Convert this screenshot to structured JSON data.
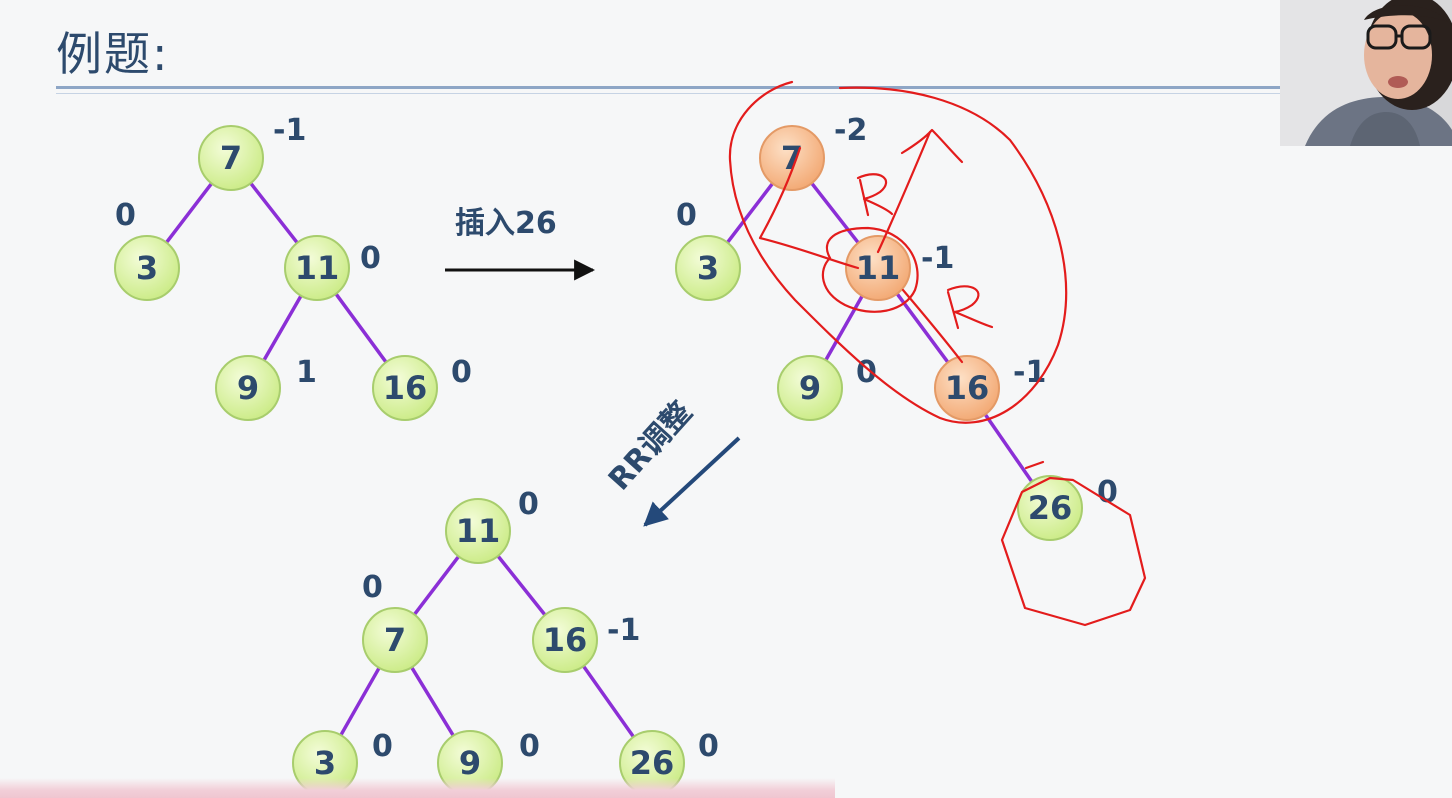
{
  "slide": {
    "title": "例题:"
  },
  "diagram": {
    "insert_caption": "插入26",
    "rotate_caption": "RR调整",
    "colors": {
      "node_green_fill": "#dcf3a8",
      "node_green_stroke": "#a8cd6d",
      "node_orange_fill": "#f8c69e",
      "node_orange_stroke": "#e49a66",
      "edge": "#8b2fd6",
      "text": "#2d4a6d",
      "annotation": "#e31c1c",
      "arrow_black": "#111111",
      "arrow_blue": "#24497a"
    },
    "trees": [
      {
        "name": "original-tree",
        "nodes": [
          {
            "id": "a7",
            "label": "7",
            "bf": "-1",
            "highlight": false
          },
          {
            "id": "a3",
            "label": "3",
            "bf": "0",
            "highlight": false
          },
          {
            "id": "a11",
            "label": "11",
            "bf": "0",
            "highlight": false
          },
          {
            "id": "a9",
            "label": "9",
            "bf": "1",
            "highlight": false
          },
          {
            "id": "a16",
            "label": "16",
            "bf": "0",
            "highlight": false
          }
        ],
        "edges": [
          [
            "a7",
            "a3"
          ],
          [
            "a7",
            "a11"
          ],
          [
            "a11",
            "a9"
          ],
          [
            "a11",
            "a16"
          ]
        ]
      },
      {
        "name": "after-insert-tree",
        "nodes": [
          {
            "id": "b7",
            "label": "7",
            "bf": "-2",
            "highlight": true
          },
          {
            "id": "b3",
            "label": "3",
            "bf": "0",
            "highlight": false
          },
          {
            "id": "b11",
            "label": "11",
            "bf": "-1",
            "highlight": true
          },
          {
            "id": "b9",
            "label": "9",
            "bf": "0",
            "highlight": false
          },
          {
            "id": "b16",
            "label": "16",
            "bf": "-1",
            "highlight": true
          },
          {
            "id": "b26",
            "label": "26",
            "bf": "0",
            "highlight": false
          }
        ],
        "edges": [
          [
            "b7",
            "b3"
          ],
          [
            "b7",
            "b11"
          ],
          [
            "b11",
            "b9"
          ],
          [
            "b11",
            "b16"
          ],
          [
            "b16",
            "b26"
          ]
        ]
      },
      {
        "name": "rotated-tree",
        "nodes": [
          {
            "id": "c11",
            "label": "11",
            "bf": "0",
            "highlight": false
          },
          {
            "id": "c7",
            "label": "7",
            "bf": "0",
            "highlight": false
          },
          {
            "id": "c16",
            "label": "16",
            "bf": "-1",
            "highlight": false
          },
          {
            "id": "c3",
            "label": "3",
            "bf": "0",
            "highlight": false
          },
          {
            "id": "c9",
            "label": "9",
            "bf": "0",
            "highlight": false
          },
          {
            "id": "c26",
            "label": "26",
            "bf": "0",
            "highlight": false
          }
        ],
        "edges": [
          [
            "c11",
            "c7"
          ],
          [
            "c11",
            "c16"
          ],
          [
            "c7",
            "c3"
          ],
          [
            "c7",
            "c9"
          ],
          [
            "c16",
            "c26"
          ]
        ]
      }
    ],
    "annotations": {
      "letters": [
        "R",
        "R"
      ]
    }
  }
}
